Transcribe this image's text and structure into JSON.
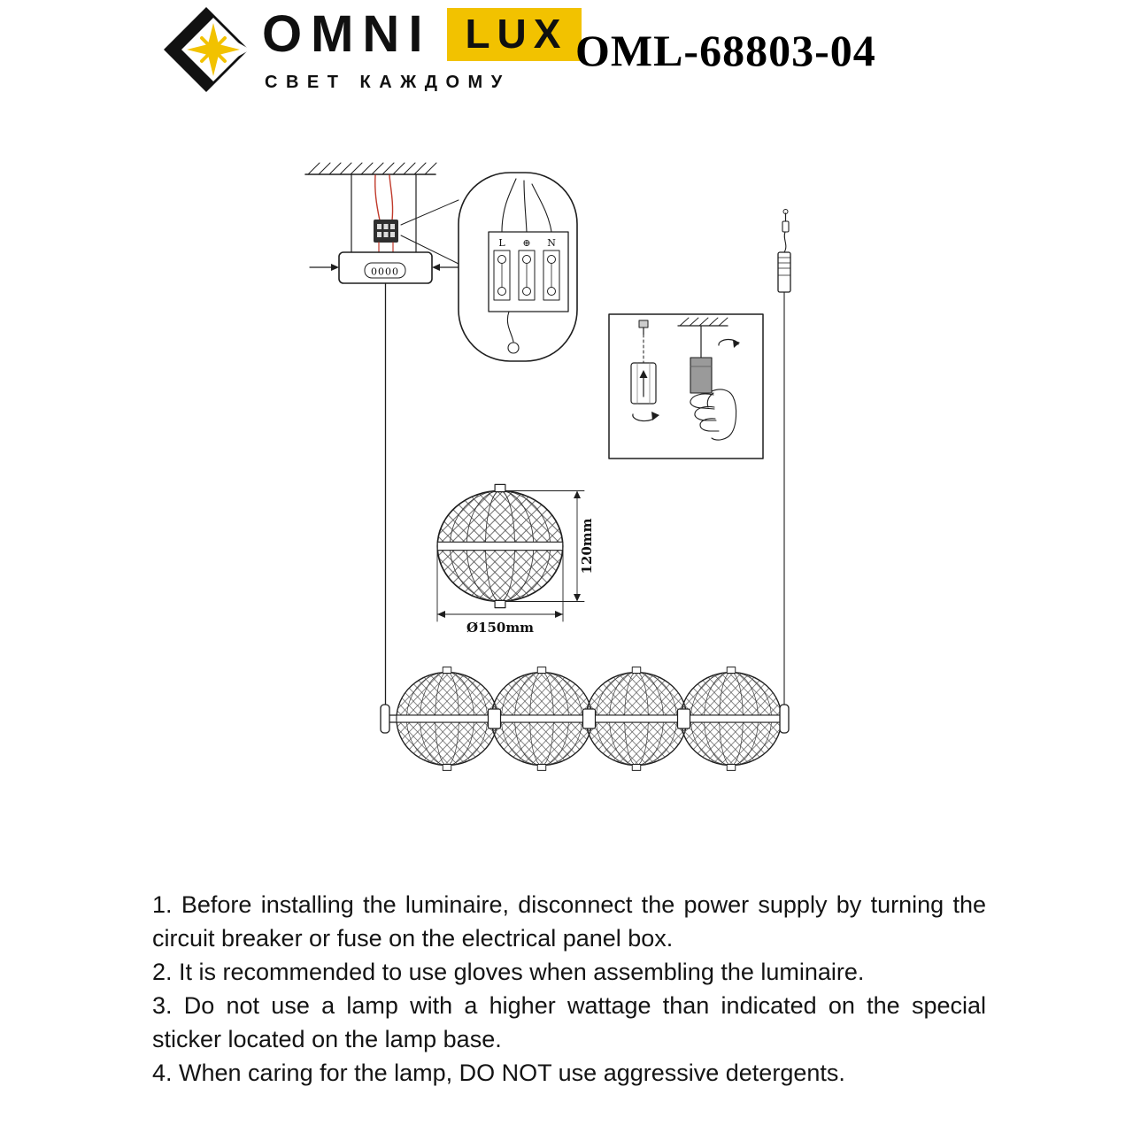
{
  "header": {
    "brand": {
      "word1": "OMNI",
      "word2": "LUX",
      "tagline": "СВЕТ КАЖДОМУ"
    },
    "model": "OML-68803-04"
  },
  "diagram": {
    "canopy_holes_label": "0000",
    "terminal_l": "L",
    "terminal_earth": "⊕",
    "terminal_n": "N",
    "shade_diameter_label": "Ø150mm",
    "shade_height_label": "120mm"
  },
  "instructions": [
    "1. Before installing the luminaire, disconnect the power supply by turning the circuit breaker or fuse on the electrical panel box.",
    "2. It is recommended to use gloves when assembling the luminaire.",
    "3. Do not use a lamp with a higher wattage than indicated on the special sticker located on the lamp base.",
    "4. When caring for the lamp, DO NOT use aggressive detergents."
  ],
  "colors": {
    "brand_yellow": "#F2C200",
    "line_black": "#1E1E1E",
    "wire_red": "#C03A2B"
  }
}
